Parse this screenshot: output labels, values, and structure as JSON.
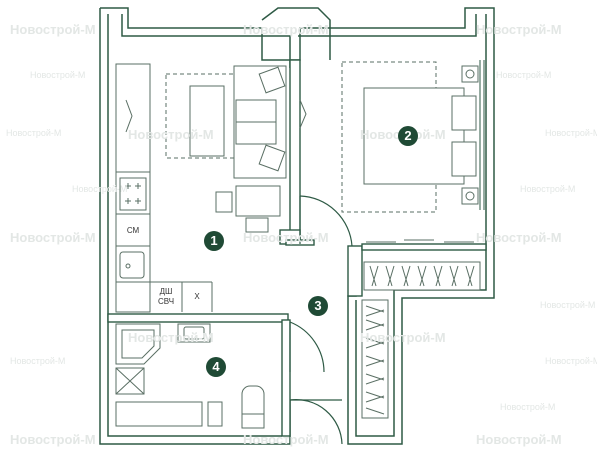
{
  "colors": {
    "wall": "#2e5a45",
    "wall_fill": "#ffffff",
    "badge": "#1f4a35",
    "watermark": "#e3e7e5",
    "furniture": "#5a6f64"
  },
  "watermark": {
    "text": "Новострой-М"
  },
  "rooms": [
    {
      "number": "1"
    },
    {
      "number": "2"
    },
    {
      "number": "3"
    },
    {
      "number": "4"
    }
  ],
  "labels": {
    "washer": "СМ",
    "dishwasher": "ДШ",
    "microwave": "СВЧ",
    "fridge": "Х"
  }
}
